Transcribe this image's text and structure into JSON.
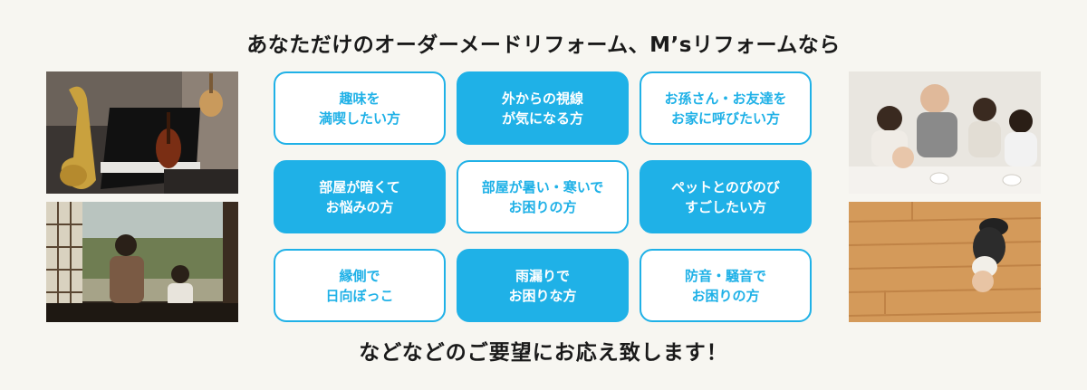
{
  "headline": "あなただけのオーダーメードリフォーム、M’sリフォームなら",
  "footer": "などなどのご要望にお応え致します！",
  "tiles": [
    {
      "label": "趣味を\n満喫したい方",
      "style": "outline"
    },
    {
      "label": "外からの視線\nが気になる方",
      "style": "filled"
    },
    {
      "label": "お孫さん・お友達を\nお家に呼びたい方",
      "style": "outline"
    },
    {
      "label": "部屋が暗くて\nお悩みの方",
      "style": "filled"
    },
    {
      "label": "部屋が暑い・寒いで\nお困りの方",
      "style": "outline"
    },
    {
      "label": "ペットとのびのび\nすごしたい方",
      "style": "filled"
    },
    {
      "label": "縁側で\n日向ぼっこ",
      "style": "outline"
    },
    {
      "label": "雨漏りで\nお困りな方",
      "style": "filled"
    },
    {
      "label": "防音・騒音で\nお困りの方",
      "style": "outline"
    }
  ],
  "photos": [
    {
      "subject": "musical-instruments"
    },
    {
      "subject": "family-on-veranda"
    },
    {
      "subject": "grandparents-and-grandchildren"
    },
    {
      "subject": "baby-on-wood-floor"
    }
  ],
  "colors": {
    "accent": "#1fb1e7",
    "background": "#f7f6f1",
    "text": "#1a1a1a"
  }
}
